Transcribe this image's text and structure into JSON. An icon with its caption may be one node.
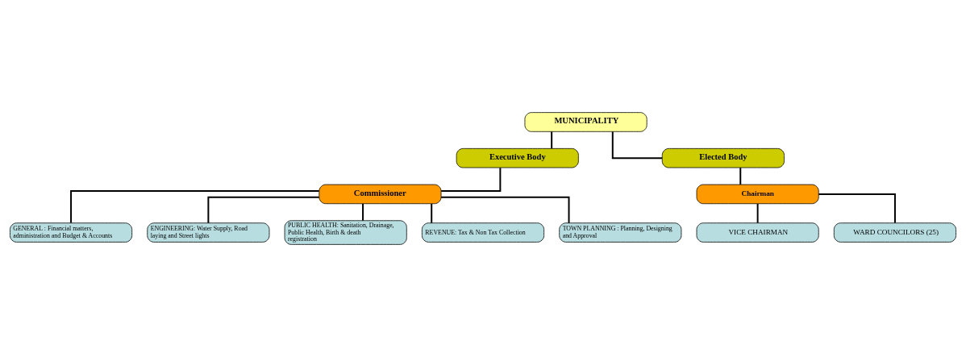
{
  "diagram": {
    "nodes": [
      {
        "text": [
          "MUNICIPALITY"
        ]
      },
      {
        "text": [
          "Executive Body"
        ]
      },
      {
        "text": [
          "Elected Body"
        ]
      },
      {
        "text": [
          "Commissioner"
        ]
      },
      {
        "text": [
          "Chairman"
        ]
      },
      {
        "text": [
          "GENERAL : Financial matters, administration and Budget & Accounts"
        ]
      },
      {
        "text": [
          "ENGINEERING: Water Supply, Road laying and Street lights"
        ]
      },
      {
        "text": [
          "PUBLIC HEALTH: Sanitation, Drainage, Public Health, Birth & death registration"
        ]
      },
      {
        "text": [
          "REVENUE: Tax & Non Tax Collection"
        ]
      },
      {
        "text": [
          "TOWN PLANNING : Planning, Designing and Approval"
        ]
      },
      {
        "text": [
          "VICE CHAIRMAN"
        ]
      },
      {
        "text": [
          "WARD COUNCILORS (25)"
        ]
      }
    ],
    "edges": [
      {
        "from": 0,
        "to": 1,
        "arrow": "none"
      },
      {
        "from": 0,
        "to": 2,
        "arrow": "none"
      },
      {
        "from": 1,
        "to": 3,
        "arrow": "none"
      },
      {
        "from": 2,
        "to": 4,
        "arrow": "none"
      },
      {
        "from": 3,
        "to": 5,
        "arrow": "none"
      },
      {
        "from": 3,
        "to": 6,
        "arrow": "none"
      },
      {
        "from": 3,
        "to": 7,
        "arrow": "none"
      },
      {
        "from": 3,
        "to": 8,
        "arrow": "none"
      },
      {
        "from": 3,
        "to": 9,
        "arrow": "none"
      },
      {
        "from": 4,
        "to": 10,
        "arrow": "none"
      },
      {
        "from": 4,
        "to": 11,
        "arrow": "none"
      }
    ]
  }
}
